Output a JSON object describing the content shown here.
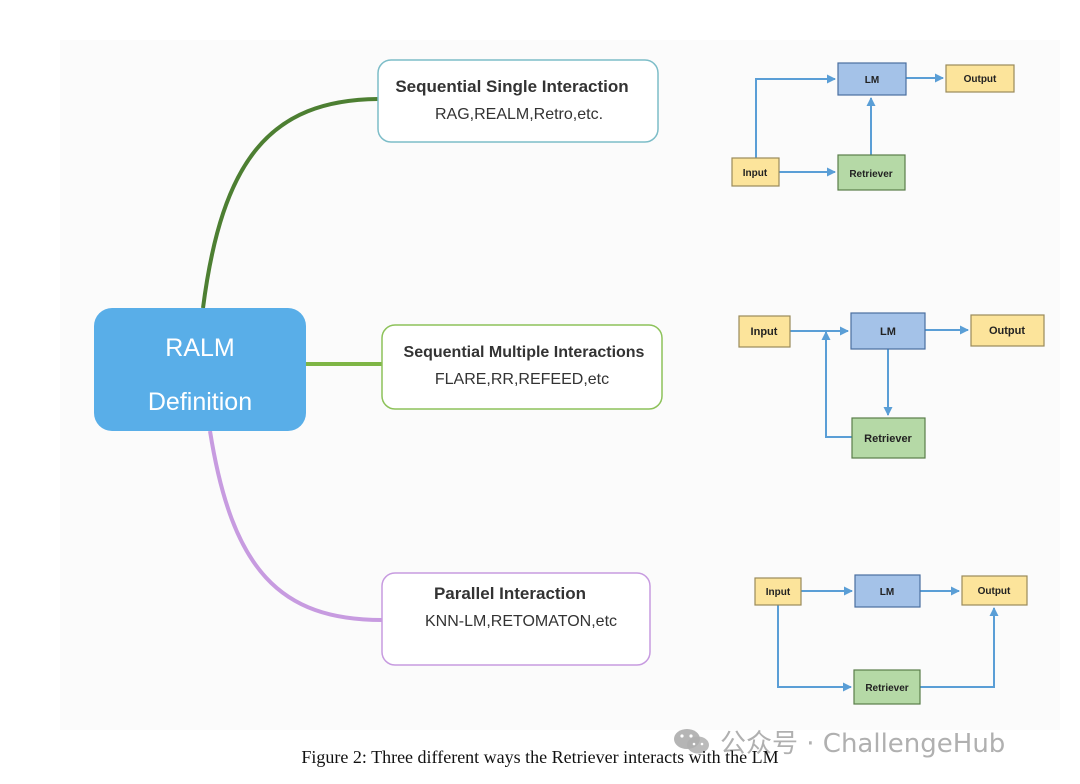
{
  "root": {
    "line1": "RALM",
    "line2": "Definition",
    "color": "#59aee8"
  },
  "branches": [
    {
      "title": "Sequential Single Interaction",
      "subtitle": "RAG,REALM,Retro,etc.",
      "color": "#4d7f32"
    },
    {
      "title": "Sequential Multiple Interactions",
      "subtitle": "FLARE,RR,REFEED,etc",
      "color": "#7eb545"
    },
    {
      "title": "Parallel Interaction",
      "subtitle": "KNN-LM,RETOMATON,etc",
      "color": "#c79be0"
    }
  ],
  "box_colors": {
    "lm": "#a4c2e8",
    "io": "#fce49b",
    "retriever": "#b5d9a6",
    "arrow": "#5a9ed6"
  },
  "diagrams": [
    {
      "input": "Input",
      "lm": "LM",
      "output": "Output",
      "retriever": "Retriever"
    },
    {
      "input": "Input",
      "lm": "LM",
      "output": "Output",
      "retriever": "Retriever"
    },
    {
      "input": "Input",
      "lm": "LM",
      "output": "Output",
      "retriever": "Retriever"
    }
  ],
  "caption": "Figure 2: Three different ways the Retriever interacts with the LM",
  "watermark": "公众号 · ChallengeHub"
}
